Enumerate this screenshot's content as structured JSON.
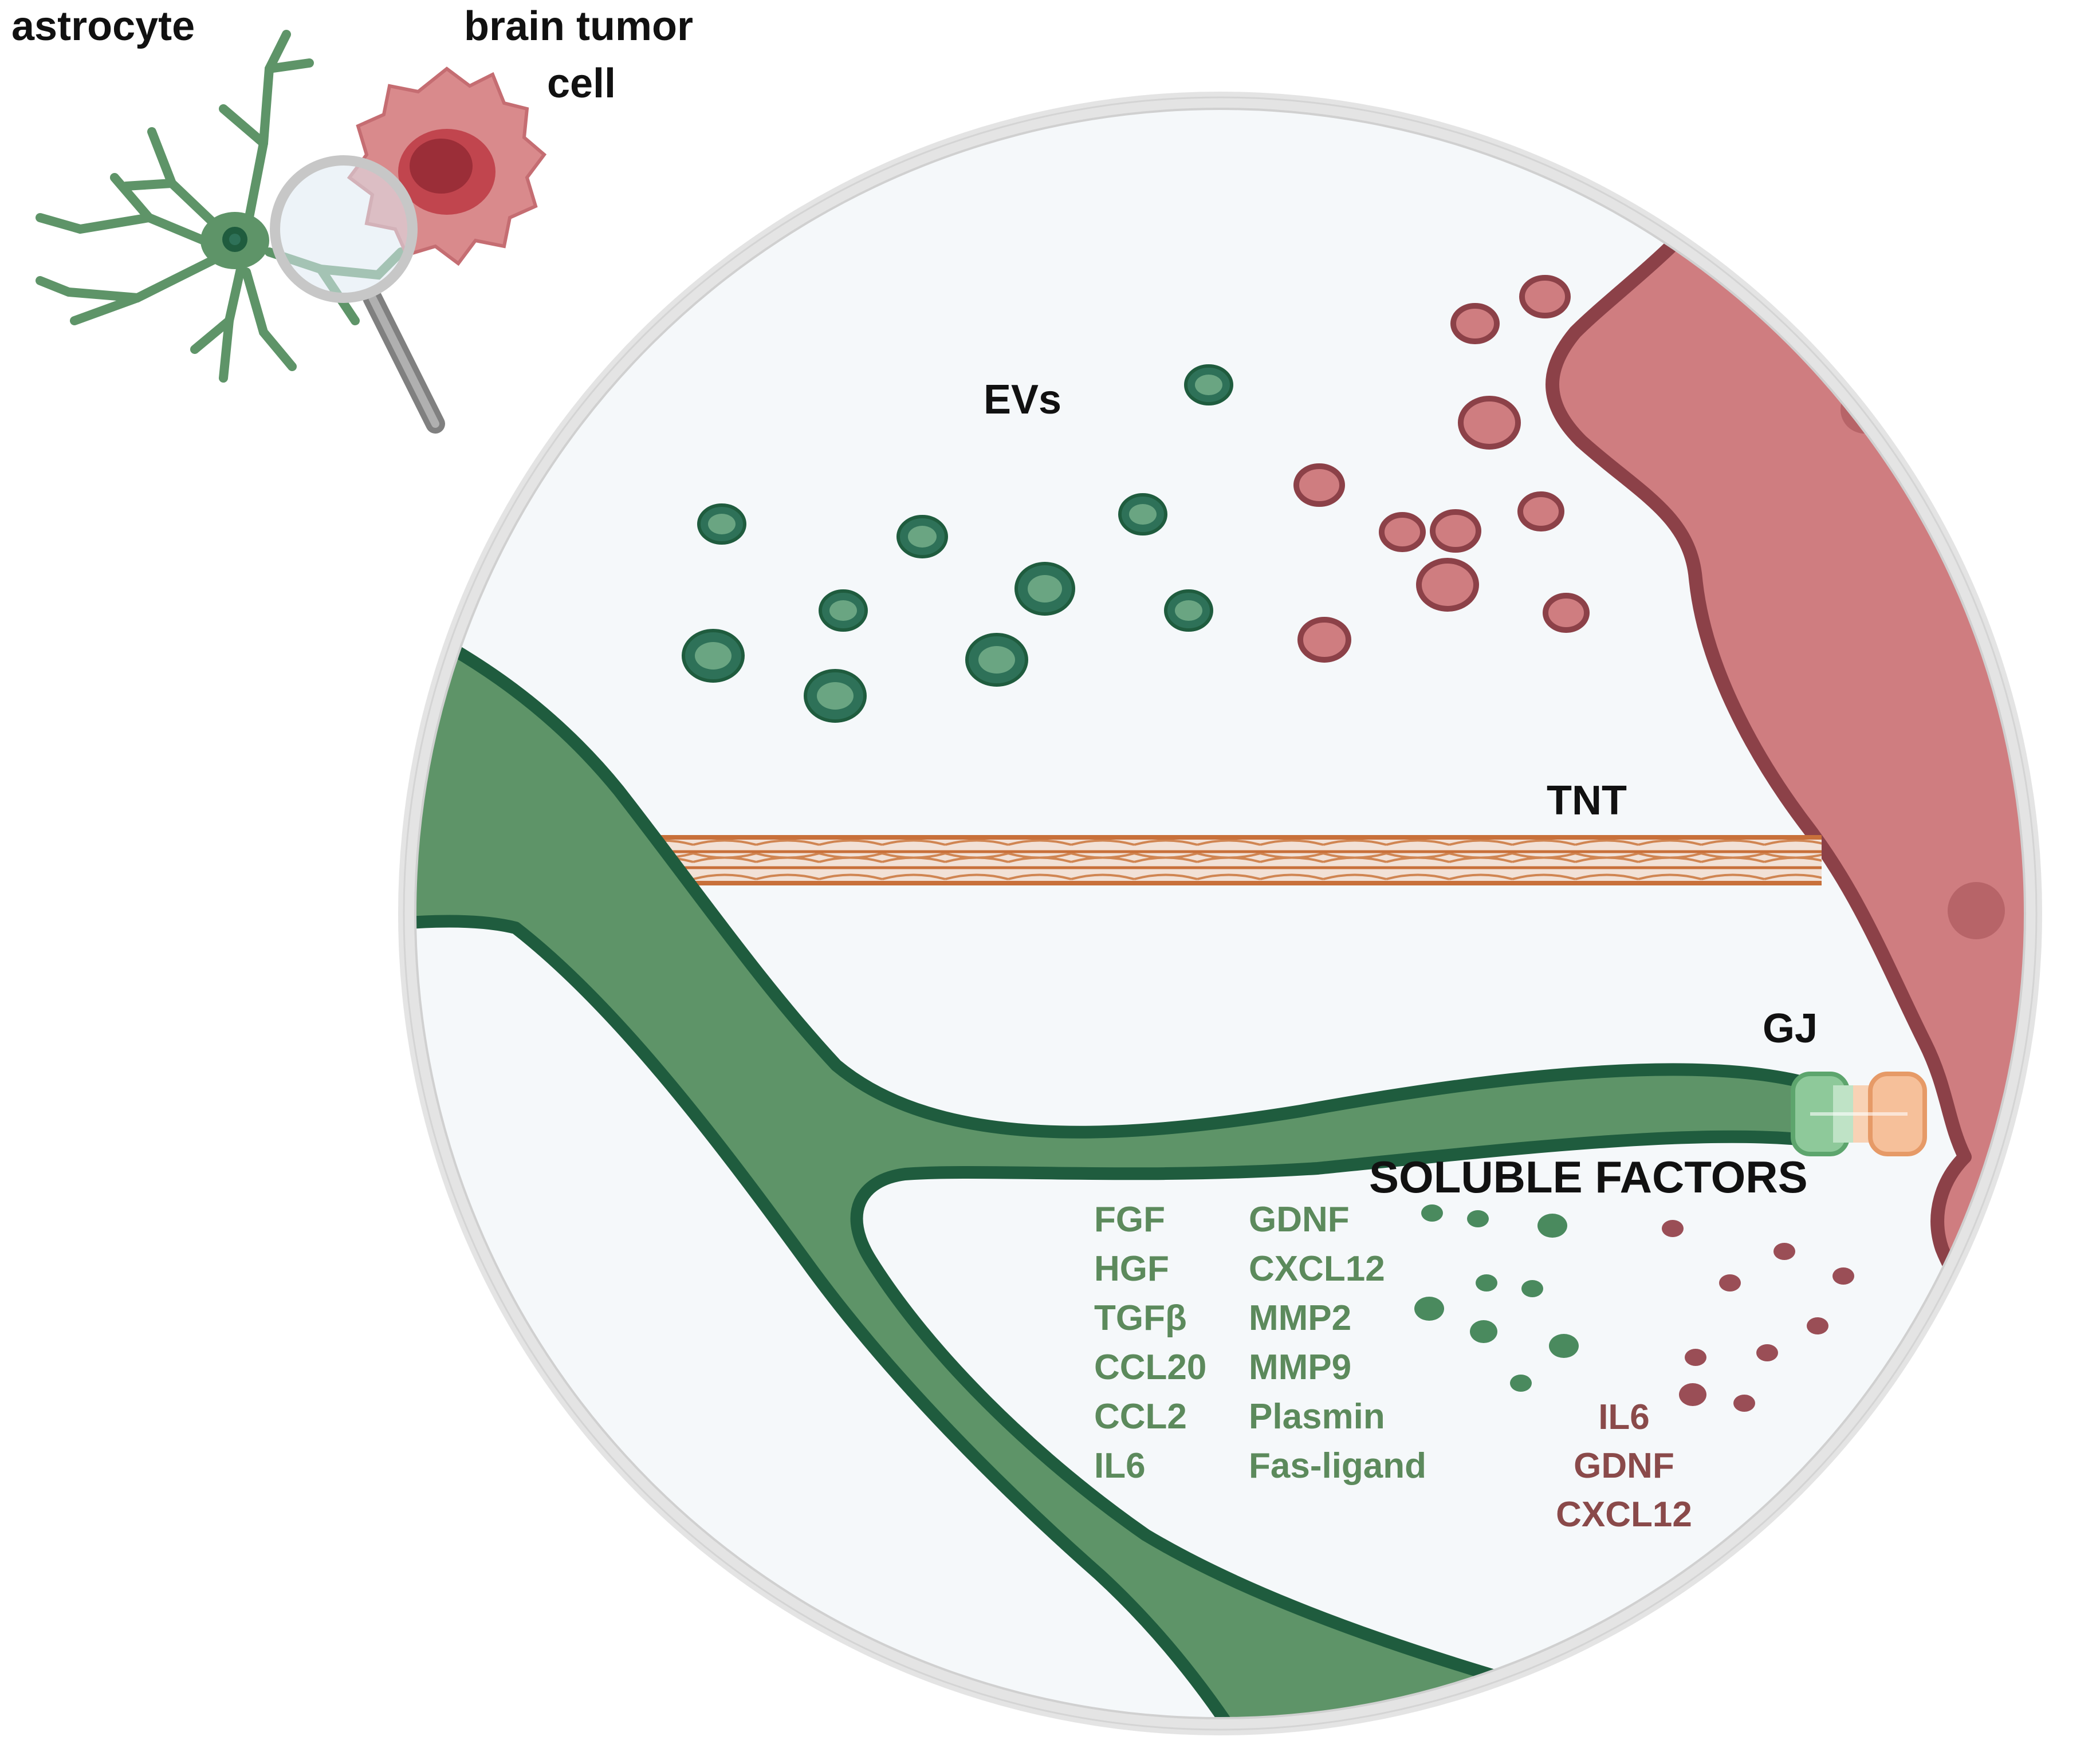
{
  "labels": {
    "astrocyte": "astrocyte",
    "tumor_line1": "brain tumor",
    "tumor_line2": "cell",
    "evs": "EVs",
    "tnt": "TNT",
    "gj": "GJ",
    "soluble": "SOLUBLE FACTORS"
  },
  "astrocyte_factors_col1": [
    "FGF",
    "HGF",
    "TGFβ",
    "CCL20",
    "CCL2",
    "IL6"
  ],
  "astrocyte_factors_col2": [
    "GDNF",
    "CXCL12",
    "MMP2",
    "MMP9",
    "Plasmin",
    "Fas-ligand"
  ],
  "tumor_factors": [
    "IL6",
    "GDNF",
    "CXCL12"
  ],
  "colors": {
    "astrocyte_green": "#5e9468",
    "astrocyte_dark": "#1f5c3e",
    "tumor_pink": "#cf7d80",
    "tumor_dark": "#8c4148",
    "tnt_orange": "#c8703a",
    "lens_ring": "#e3e3e3",
    "background": "#f5f8fa"
  },
  "icons": [
    "astrocyte-icon",
    "tumor-cell-icon",
    "magnifier-icon"
  ]
}
